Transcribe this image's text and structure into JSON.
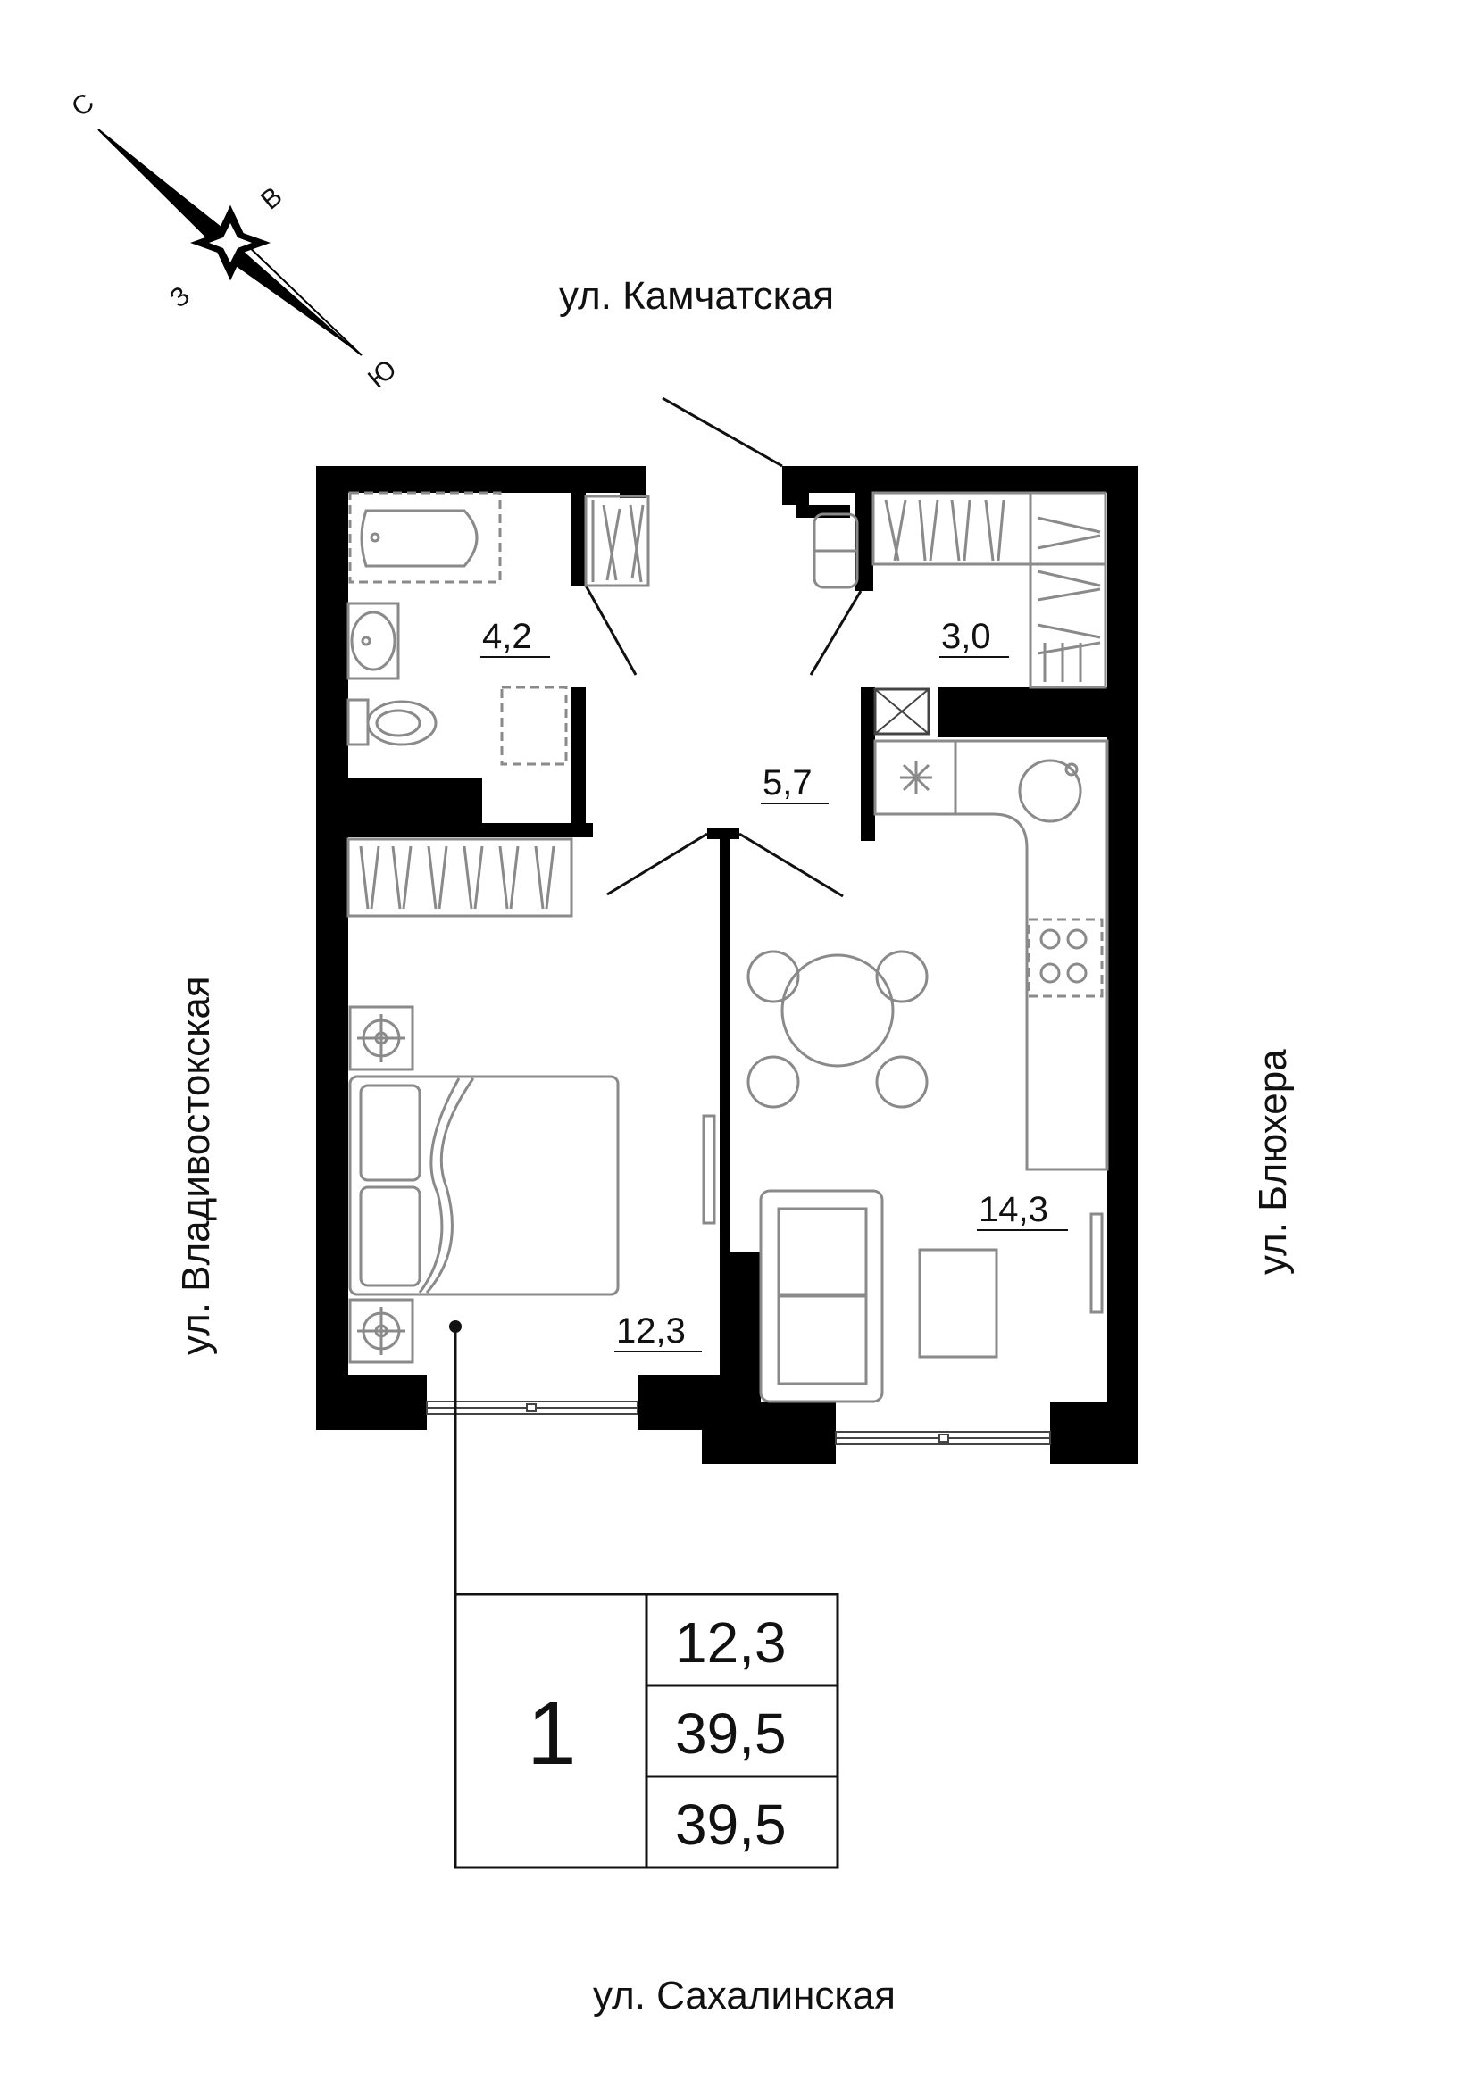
{
  "compass": {
    "north": "С",
    "east": "В",
    "south": "Ю",
    "west": "З"
  },
  "streets": {
    "top": "ул. Камчатская",
    "left": "ул. Владивостокская",
    "right": "ул. Блюхера",
    "bottom": "ул. Сахалинская"
  },
  "rooms": {
    "bathroom": "4,2",
    "storage": "3,0",
    "hall": "5,7",
    "bedroom": "12,3",
    "kitchen": "14,3"
  },
  "summary": {
    "rooms_count": "1",
    "living_area": "12,3",
    "total_area": "39,5",
    "total_area_2": "39,5"
  }
}
